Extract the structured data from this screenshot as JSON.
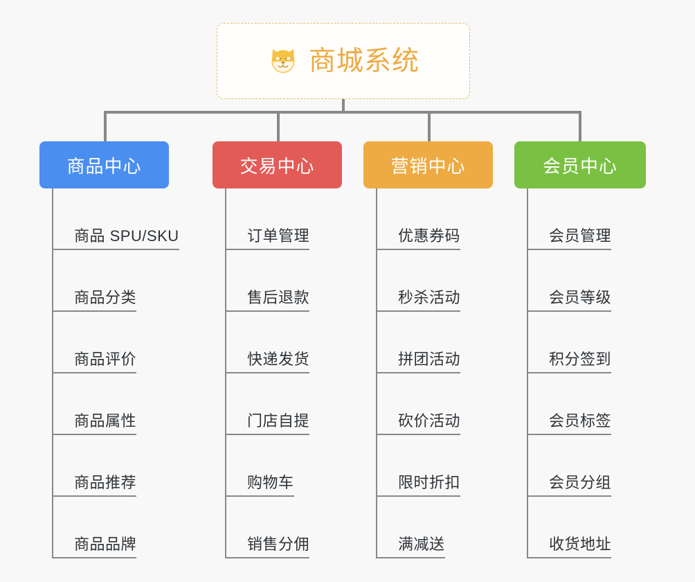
{
  "page": {
    "background_color": "#f8f8f8",
    "line_color": "#888888",
    "text_color": "#2f3337"
  },
  "root": {
    "title": "商城系统",
    "icon": "shiba-dog-face-icon",
    "accent_color": "#eeab43",
    "border_style": "dashed",
    "background_color": "#fffefc"
  },
  "columns": [
    {
      "title": "商品中心",
      "color": "#4a8ef0",
      "items": [
        {
          "label": "商品 SPU/SKU"
        },
        {
          "label": "商品分类"
        },
        {
          "label": "商品评价"
        },
        {
          "label": "商品属性"
        },
        {
          "label": "商品推荐"
        },
        {
          "label": "商品品牌"
        }
      ]
    },
    {
      "title": "交易中心",
      "color": "#e35b57",
      "items": [
        {
          "label": "订单管理"
        },
        {
          "label": "售后退款"
        },
        {
          "label": "快递发货"
        },
        {
          "label": "门店自提"
        },
        {
          "label": "购物车"
        },
        {
          "label": "销售分佣"
        }
      ]
    },
    {
      "title": "营销中心",
      "color": "#eeab43",
      "items": [
        {
          "label": "优惠券码"
        },
        {
          "label": "秒杀活动"
        },
        {
          "label": "拼团活动"
        },
        {
          "label": "砍价活动"
        },
        {
          "label": "限时折扣"
        },
        {
          "label": "满减送"
        }
      ]
    },
    {
      "title": "会员中心",
      "color": "#7ac143",
      "items": [
        {
          "label": "会员管理"
        },
        {
          "label": "会员等级"
        },
        {
          "label": "积分签到"
        },
        {
          "label": "会员标签"
        },
        {
          "label": "会员分组"
        },
        {
          "label": "收货地址"
        }
      ]
    }
  ]
}
